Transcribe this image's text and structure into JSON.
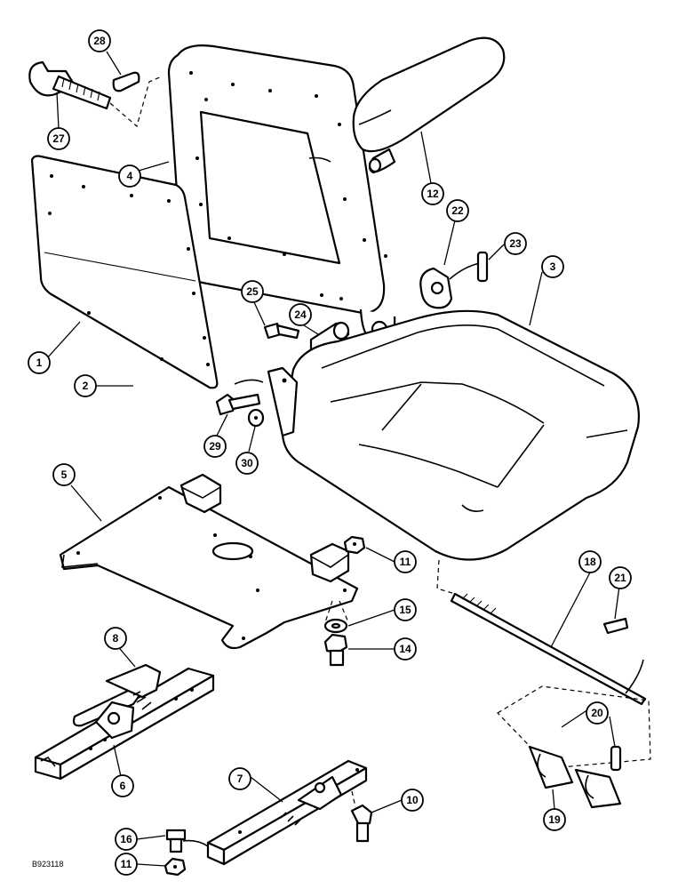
{
  "drawing_code": "B923118",
  "callouts": [
    {
      "id": "c28",
      "label": "28"
    },
    {
      "id": "c27",
      "label": "27"
    },
    {
      "id": "c4",
      "label": "4"
    },
    {
      "id": "c12",
      "label": "12"
    },
    {
      "id": "c22",
      "label": "22"
    },
    {
      "id": "c23",
      "label": "23"
    },
    {
      "id": "c3",
      "label": "3"
    },
    {
      "id": "c25",
      "label": "25"
    },
    {
      "id": "c24",
      "label": "24"
    },
    {
      "id": "c1",
      "label": "1"
    },
    {
      "id": "c2",
      "label": "2"
    },
    {
      "id": "c29",
      "label": "29"
    },
    {
      "id": "c30",
      "label": "30"
    },
    {
      "id": "c5",
      "label": "5"
    },
    {
      "id": "c11a",
      "label": "11"
    },
    {
      "id": "c15",
      "label": "15"
    },
    {
      "id": "c14",
      "label": "14"
    },
    {
      "id": "c18",
      "label": "18"
    },
    {
      "id": "c21",
      "label": "21"
    },
    {
      "id": "c8",
      "label": "8"
    },
    {
      "id": "c6",
      "label": "6"
    },
    {
      "id": "c20",
      "label": "20"
    },
    {
      "id": "c19",
      "label": "19"
    },
    {
      "id": "c7",
      "label": "7"
    },
    {
      "id": "c10",
      "label": "10"
    },
    {
      "id": "c16",
      "label": "16"
    },
    {
      "id": "c11b",
      "label": "11"
    }
  ]
}
